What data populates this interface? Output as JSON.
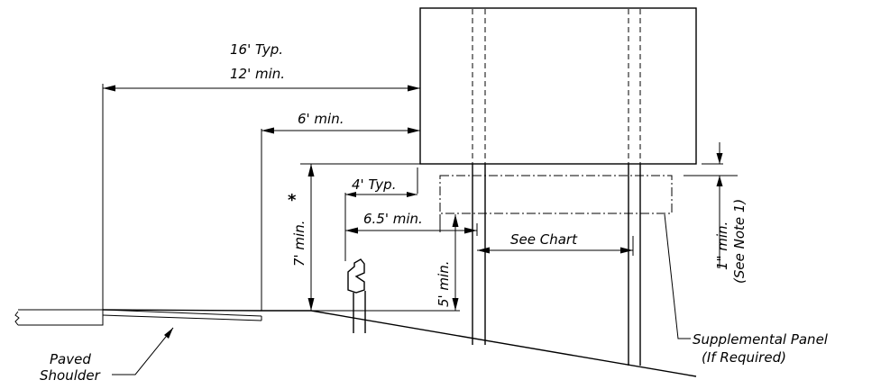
{
  "labels": {
    "overall_typ": "16' Typ.",
    "overall_min": "12' min.",
    "edge_min": "6' min.",
    "panel_gap_typ": "4' Typ.",
    "guardrail_min": "6.5' min.",
    "height_min": "7' min.",
    "height_asterisk": "*",
    "panel_height_min": "5' min.",
    "post_spacing": "See Chart",
    "panel_clearance": "1\" min.",
    "panel_note": "(See Note 1)",
    "supplemental_panel": "Supplemental Panel",
    "supplemental_if": "(If Required)",
    "paved": "Paved",
    "shoulder": "Shoulder"
  }
}
